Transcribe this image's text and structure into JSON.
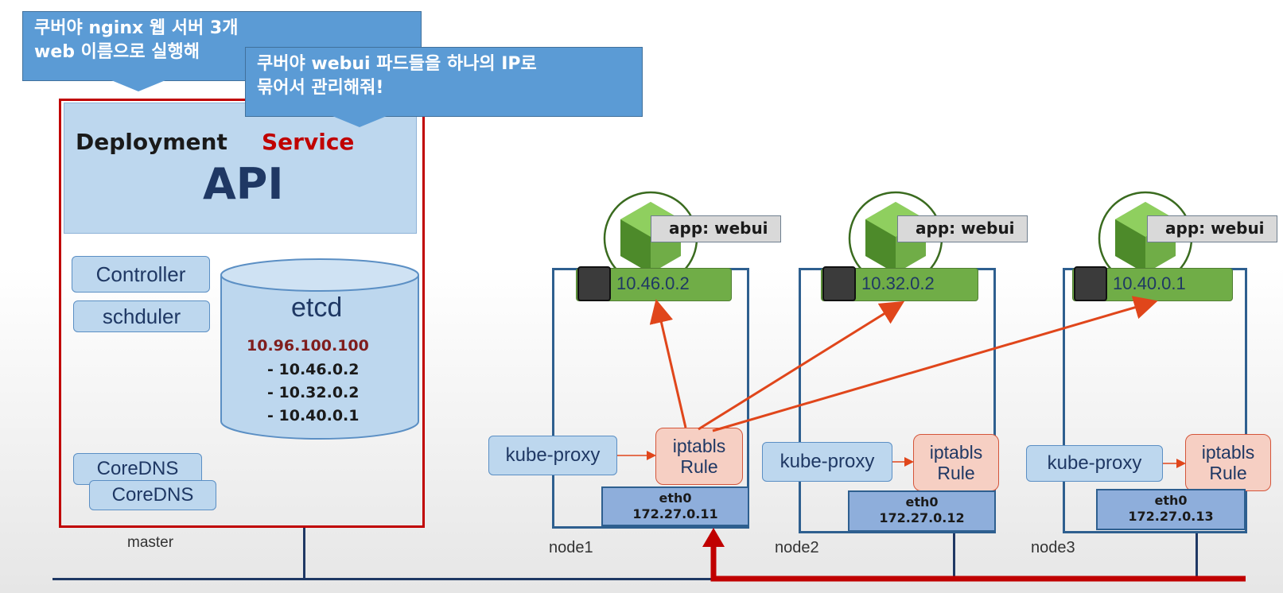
{
  "callouts": {
    "first": "쿠버야 nginx 웹 서버 3개\nweb 이름으로 실행해",
    "second": "쿠버야 webui 파드들을 하나의 IP로\n묶어서 관리해줘!"
  },
  "master": {
    "deployment_label": "Deployment",
    "service_label": "Service",
    "api_label": "API",
    "controller_label": "Controller",
    "scheduler_label": "schduler",
    "etcd": {
      "title": "etcd",
      "service_ip": "10.96.100.100",
      "endpoints": [
        "- 10.46.0.2",
        "- 10.32.0.2",
        "- 10.40.0.1"
      ]
    },
    "coredns_labels": [
      "CoreDNS",
      "CoreDNS"
    ],
    "name": "master"
  },
  "nodes": [
    {
      "name": "node1",
      "pod_label": "app: webui",
      "pod_ip": "10.46.0.2",
      "proxy_label": "kube-proxy",
      "rule_label": "iptabls\nRule",
      "eth_name": "eth0",
      "eth_ip": "172.27.0.11"
    },
    {
      "name": "node2",
      "pod_label": "app: webui",
      "pod_ip": "10.32.0.2",
      "proxy_label": "kube-proxy",
      "rule_label": "iptabls\nRule",
      "eth_name": "eth0",
      "eth_ip": "172.27.0.12"
    },
    {
      "name": "node3",
      "pod_label": "app: webui",
      "pod_ip": "10.40.0.1",
      "proxy_label": "kube-proxy",
      "rule_label": "iptabls\nRule",
      "eth_name": "eth0",
      "eth_ip": "172.27.0.13"
    }
  ],
  "colors": {
    "callout": "#5b9bd5",
    "master_border": "#c00000",
    "service_text": "#c00000",
    "api_text": "#1f3864",
    "node_border": "#2e5f8f",
    "pod_green": "#70ad47",
    "rule_fill": "#f6cfc3",
    "arrow": "#e0461b",
    "traffic_bar": "#c00000",
    "network_line": "#1f3864"
  }
}
